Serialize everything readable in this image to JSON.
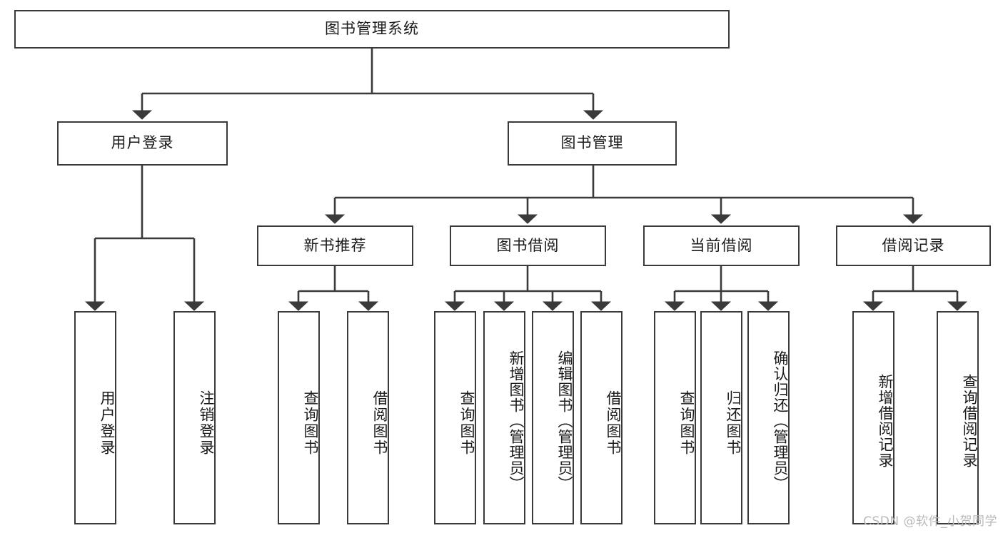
{
  "diagram": {
    "type": "tree-hierarchy",
    "title": "图书管理系统",
    "root": {
      "id": "root",
      "label": "图书管理系统"
    },
    "level1": [
      {
        "id": "user-login",
        "label": "用户登录"
      },
      {
        "id": "book-manage",
        "label": "图书管理"
      }
    ],
    "level2": [
      {
        "id": "new-book-recommend",
        "label": "新书推荐",
        "parent": "book-manage"
      },
      {
        "id": "book-borrow",
        "label": "图书借阅",
        "parent": "book-manage"
      },
      {
        "id": "current-borrow",
        "label": "当前借阅",
        "parent": "book-manage"
      },
      {
        "id": "borrow-record",
        "label": "借阅记录",
        "parent": "book-manage"
      }
    ],
    "leaves": {
      "user-login": [
        {
          "id": "leaf-user-login",
          "label": "用户登录"
        },
        {
          "id": "leaf-user-logout",
          "label": "注销登录"
        }
      ],
      "new-book-recommend": [
        {
          "id": "leaf-query-book-1",
          "label": "查询图书"
        },
        {
          "id": "leaf-borrow-book-1",
          "label": "借阅图书"
        }
      ],
      "book-borrow": [
        {
          "id": "leaf-query-book-2",
          "label": "查询图书"
        },
        {
          "id": "leaf-add-book",
          "label": "新增图书（管理员）"
        },
        {
          "id": "leaf-edit-book",
          "label": "编辑图书（管理员）"
        },
        {
          "id": "leaf-borrow-book-2",
          "label": "借阅图书"
        }
      ],
      "current-borrow": [
        {
          "id": "leaf-query-book-3",
          "label": "查询图书"
        },
        {
          "id": "leaf-return-book",
          "label": "归还图书"
        },
        {
          "id": "leaf-confirm-return",
          "label": "确认归还（管理员）"
        }
      ],
      "borrow-record": [
        {
          "id": "leaf-add-record",
          "label": "新增借阅记录"
        },
        {
          "id": "leaf-query-record",
          "label": "查询借阅记录"
        }
      ]
    },
    "colors": {
      "stroke": "#3a3a3a",
      "fill": "#ffffff",
      "text": "#1a1a1a",
      "watermark": "#b9b9b9"
    }
  },
  "watermark": {
    "text": "CSDN @软件_小贺同学"
  }
}
